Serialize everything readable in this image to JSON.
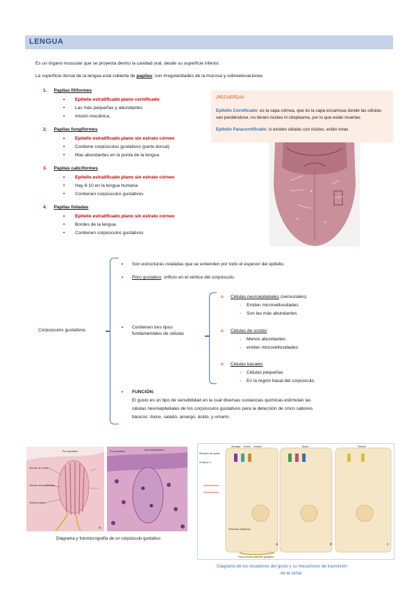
{
  "title": "LENGUA",
  "intro": {
    "line1": "Es un órgano muscular que se proyecta dentro la cavidad oral, desde su superficie inferior.",
    "line2_pre": "La superficie dorsal de la lengua está cubierta de ",
    "line2_link": "papilas",
    "line2_post": ": son irregularidades de la mucosa y sobreelevaciones"
  },
  "papilas": [
    {
      "num": "1.",
      "title": "Papilas filiformes",
      "items": [
        {
          "text": "Epitelio estratificado plano cornificado",
          "red": true
        },
        {
          "text": "Las más pequeñas y abundantes",
          "red": false
        },
        {
          "text": "misión mecánica.",
          "red": false
        }
      ]
    },
    {
      "num": "2.",
      "title": "Papilas fungiformes",
      "items": [
        {
          "text": "Epitelio estratificado plano sin estrato córneo",
          "red": true
        },
        {
          "text": "Contiene corpúsculos gustativos (parte dorsal)",
          "red": false
        },
        {
          "text": "Mas abundantes en la punta de la lengua",
          "red": false
        }
      ]
    },
    {
      "num": "3.",
      "title": "Papilas caliciformes",
      "items": [
        {
          "text": "Epitelio estratificado plano sin estrato córneo",
          "red": true
        },
        {
          "text": "Hay 8-10 en la lengua humana",
          "red": false
        },
        {
          "text": "Contienen corpúsculos gustativos",
          "red": false
        }
      ]
    },
    {
      "num": "4.",
      "title": "Papilas foliadas",
      "items": [
        {
          "text": "Epitelio estratificado plano sin estrato córneo",
          "red": true
        },
        {
          "text": "Bordes de la lengua",
          "red": false
        },
        {
          "text": "Contienen corpúsculos gustativos",
          "red": false
        }
      ]
    }
  ],
  "recuerda": {
    "heading": "¡RECUERDA!!",
    "term1": "Epitelio Cornificado",
    "def1a": ": es la capa córnea, que es la capa escamosa donde las células",
    "def1b": "van perdiéndose, no tienen núcleo ni citoplasma, por lo que están muertas",
    "term2": "Epitelio Paracornificado",
    "def2": ": si existen células con núcleo, están vivas"
  },
  "corpusculos": {
    "label": "Corpúsculos gustativos",
    "point1": "Son estructuras ovaladas que se extienden por todo el espesor del epitelio.",
    "point2_term": "Poro gustativo",
    "point2_rest": ": orificio en el vértice del corpúsculo.",
    "point3a": "Contienen tres tipos",
    "point3b": "fundamentales de células",
    "cells": [
      {
        "title": "Células neuroepiteliales",
        "suffix": " (sensoriales)",
        "items": [
          "Emiten microvellosidades",
          "Son las más abundantes"
        ]
      },
      {
        "title": "Células de sostén",
        "suffix": "",
        "items": [
          "Menos abundantes",
          "emiten microvellosidades"
        ]
      },
      {
        "title": "Células basales",
        "suffix": "",
        "items": [
          "Células pequeñas",
          "En la región basal del corpúsculo"
        ]
      }
    ],
    "funcion_title": "FUNCIÓN:",
    "funcion_lines": [
      "El gusto es un tipo de sensibilidad en la cual diversas sustancias químicas estimulan las",
      "células neuroepiteliales de los corpúsculos gustativos para la detección de cinco sabores",
      "básicos: dulce, salado, amargo, ácido, y umami."
    ]
  },
  "captions": {
    "fig1": "Diagrama y fotomicrografía de un corpúsculo gustativo",
    "fig2a": "Diagrama de los receptores del gusto y su mecanismo de trasmisión",
    "fig2b": "de la señal"
  },
  "figure_labels": {
    "diagram": [
      "Poro gustativo",
      "Células de sostén",
      "Células neuroepiteliales",
      "Células basales",
      "Axones",
      "Microvellosidades"
    ],
    "micro": [
      "Poro gustativo",
      "Microvellosidades"
    ],
    "receptors": [
      "Amargo",
      "Dulce",
      "Umami",
      "Ácido",
      "Salado",
      "Receptor del gusto",
      "Proteína G",
      "Vesículas sinápticas",
      "Fibra nerviosa aferente gustativa"
    ],
    "panel_a": "a",
    "panel_b": "b",
    "panel_c": "c"
  },
  "colors": {
    "banner_bg": "#c5d3ea",
    "banner_text": "#2e4f86",
    "red": "#c00000",
    "brace": "#4472c4",
    "callout_bg": "#fdeee5",
    "callout_term": "#3c6fb5"
  }
}
